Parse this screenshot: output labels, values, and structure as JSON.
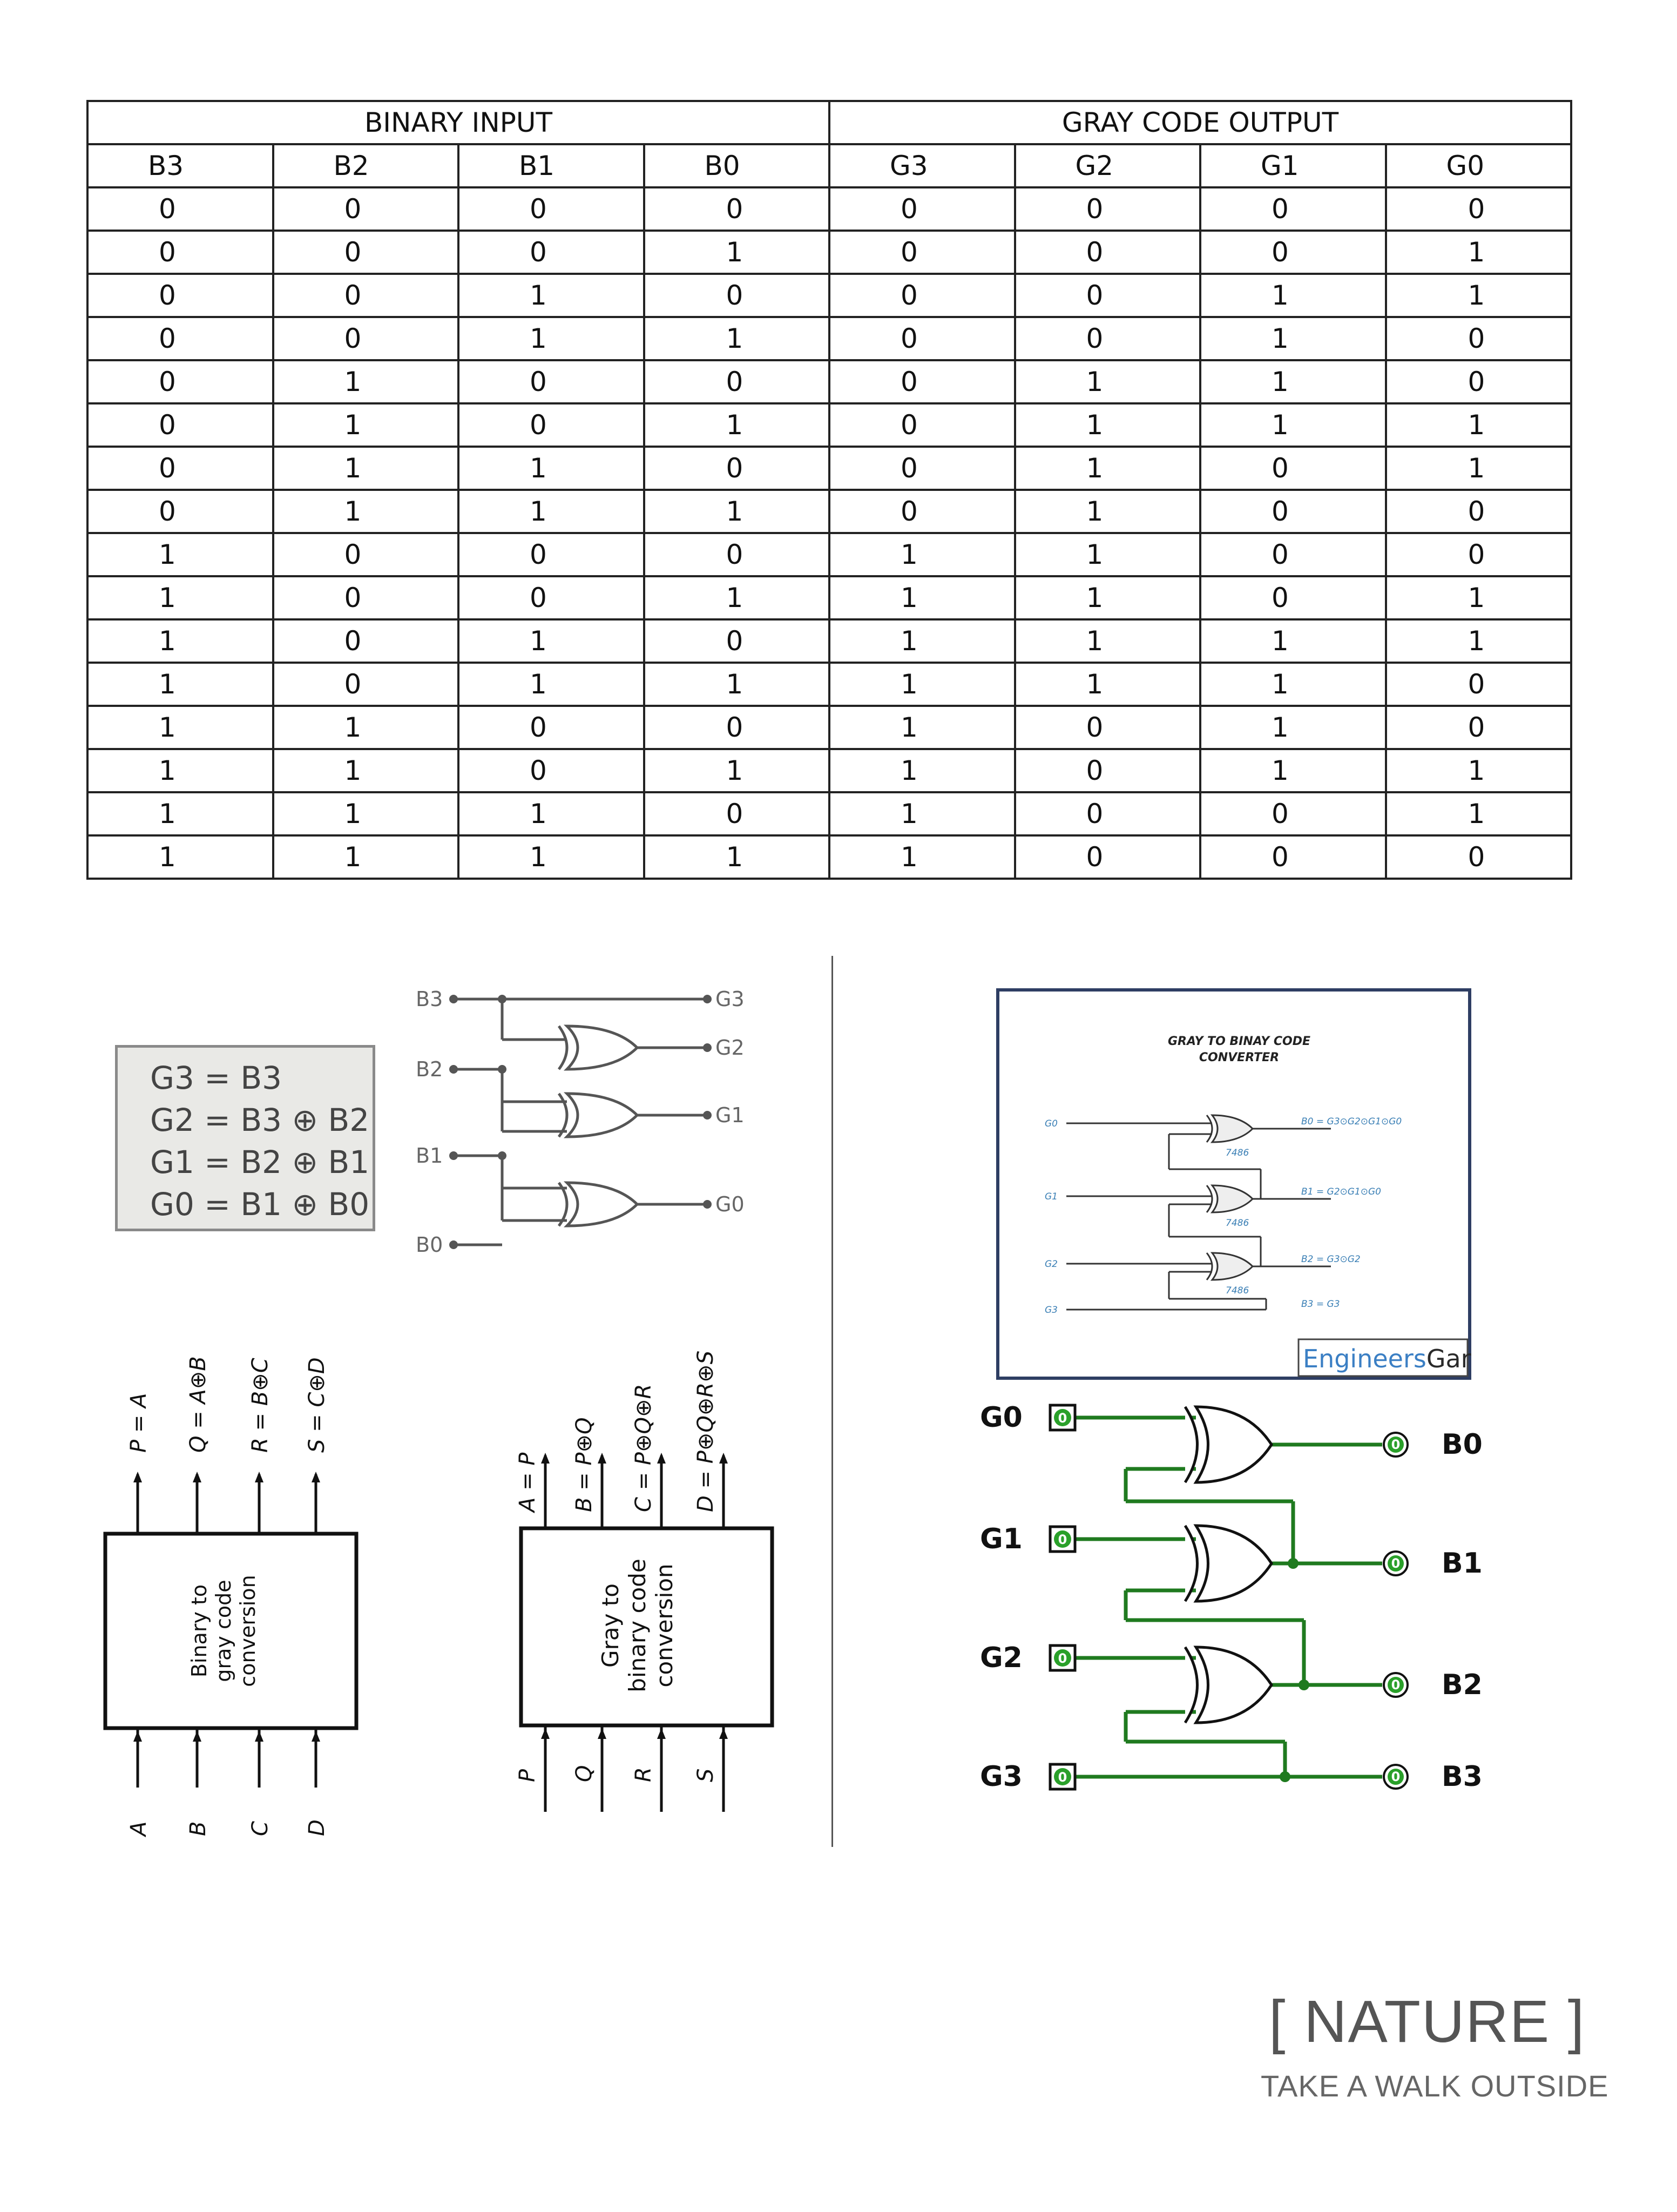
{
  "truth_table": {
    "group_headers": [
      "BINARY INPUT",
      "GRAY CODE OUTPUT"
    ],
    "columns": [
      "B3",
      "B2",
      "B1",
      "B0",
      "G3",
      "G2",
      "G1",
      "G0"
    ],
    "rows": [
      [
        "0",
        "0",
        "0",
        "0",
        "0",
        "0",
        "0",
        "0"
      ],
      [
        "0",
        "0",
        "0",
        "1",
        "0",
        "0",
        "0",
        "1"
      ],
      [
        "0",
        "0",
        "1",
        "0",
        "0",
        "0",
        "1",
        "1"
      ],
      [
        "0",
        "0",
        "1",
        "1",
        "0",
        "0",
        "1",
        "0"
      ],
      [
        "0",
        "1",
        "0",
        "0",
        "0",
        "1",
        "1",
        "0"
      ],
      [
        "0",
        "1",
        "0",
        "1",
        "0",
        "1",
        "1",
        "1"
      ],
      [
        "0",
        "1",
        "1",
        "0",
        "0",
        "1",
        "0",
        "1"
      ],
      [
        "0",
        "1",
        "1",
        "1",
        "0",
        "1",
        "0",
        "0"
      ],
      [
        "1",
        "0",
        "0",
        "0",
        "1",
        "1",
        "0",
        "0"
      ],
      [
        "1",
        "0",
        "0",
        "1",
        "1",
        "1",
        "0",
        "1"
      ],
      [
        "1",
        "0",
        "1",
        "0",
        "1",
        "1",
        "1",
        "1"
      ],
      [
        "1",
        "0",
        "1",
        "1",
        "1",
        "1",
        "1",
        "0"
      ],
      [
        "1",
        "1",
        "0",
        "0",
        "1",
        "0",
        "1",
        "0"
      ],
      [
        "1",
        "1",
        "0",
        "1",
        "1",
        "0",
        "1",
        "1"
      ],
      [
        "1",
        "1",
        "1",
        "0",
        "1",
        "0",
        "0",
        "1"
      ],
      [
        "1",
        "1",
        "1",
        "1",
        "1",
        "0",
        "0",
        "0"
      ]
    ]
  },
  "equations": [
    "G3 = B3",
    "G2 = B3 ⊕ B2",
    "G1 = B2 ⊕ B1",
    "G0 = B1 ⊕ B0"
  ],
  "xor_circuit": {
    "inputs": [
      "B3",
      "B2",
      "B1",
      "B0"
    ],
    "outputs": [
      "G3",
      "G2",
      "G1",
      "G0"
    ]
  },
  "binary_to_gray_block": {
    "label": [
      "Binary to",
      "gray code",
      "conversion"
    ],
    "inputs": [
      "A",
      "B",
      "C",
      "D"
    ],
    "outputs": [
      "P = A",
      "Q = A⊕B",
      "R = B⊕C",
      "S = C⊕D"
    ]
  },
  "gray_to_binary_block": {
    "label": [
      "Gray to",
      "binary code",
      "conversion"
    ],
    "inputs": [
      "P",
      "Q",
      "R",
      "S"
    ],
    "outputs": [
      "A = P",
      "B = P⊕Q",
      "C = P⊕Q⊕R",
      "D = P⊕Q⊕R⊕S"
    ]
  },
  "gray_to_binary_diagram": {
    "title": [
      "GRAY TO BINAY CODE",
      "CONVERTER"
    ],
    "inputs": [
      "G0",
      "G1",
      "G2",
      "G3"
    ],
    "gate_labels": [
      "7486",
      "7486",
      "7486"
    ],
    "outputs": [
      "B0 = G3⊙G2⊙G1⊙G0",
      "B1 = G2⊙G1⊙G0",
      "B2 = G3⊙G2",
      "B3 = G3"
    ],
    "watermark_a": "Engineers",
    "watermark_b": "Garage"
  },
  "logisim": {
    "inputs": [
      "G0",
      "G1",
      "G2",
      "G3"
    ],
    "outputs": [
      "B0",
      "B1",
      "B2",
      "B3"
    ],
    "pin_value": "0",
    "wire_color": "#1f7a1f",
    "pin_color": "#2aa02a"
  },
  "footer": {
    "title": "[ NATURE ]",
    "tagline": "TAKE A WALK  OUTSIDE"
  }
}
